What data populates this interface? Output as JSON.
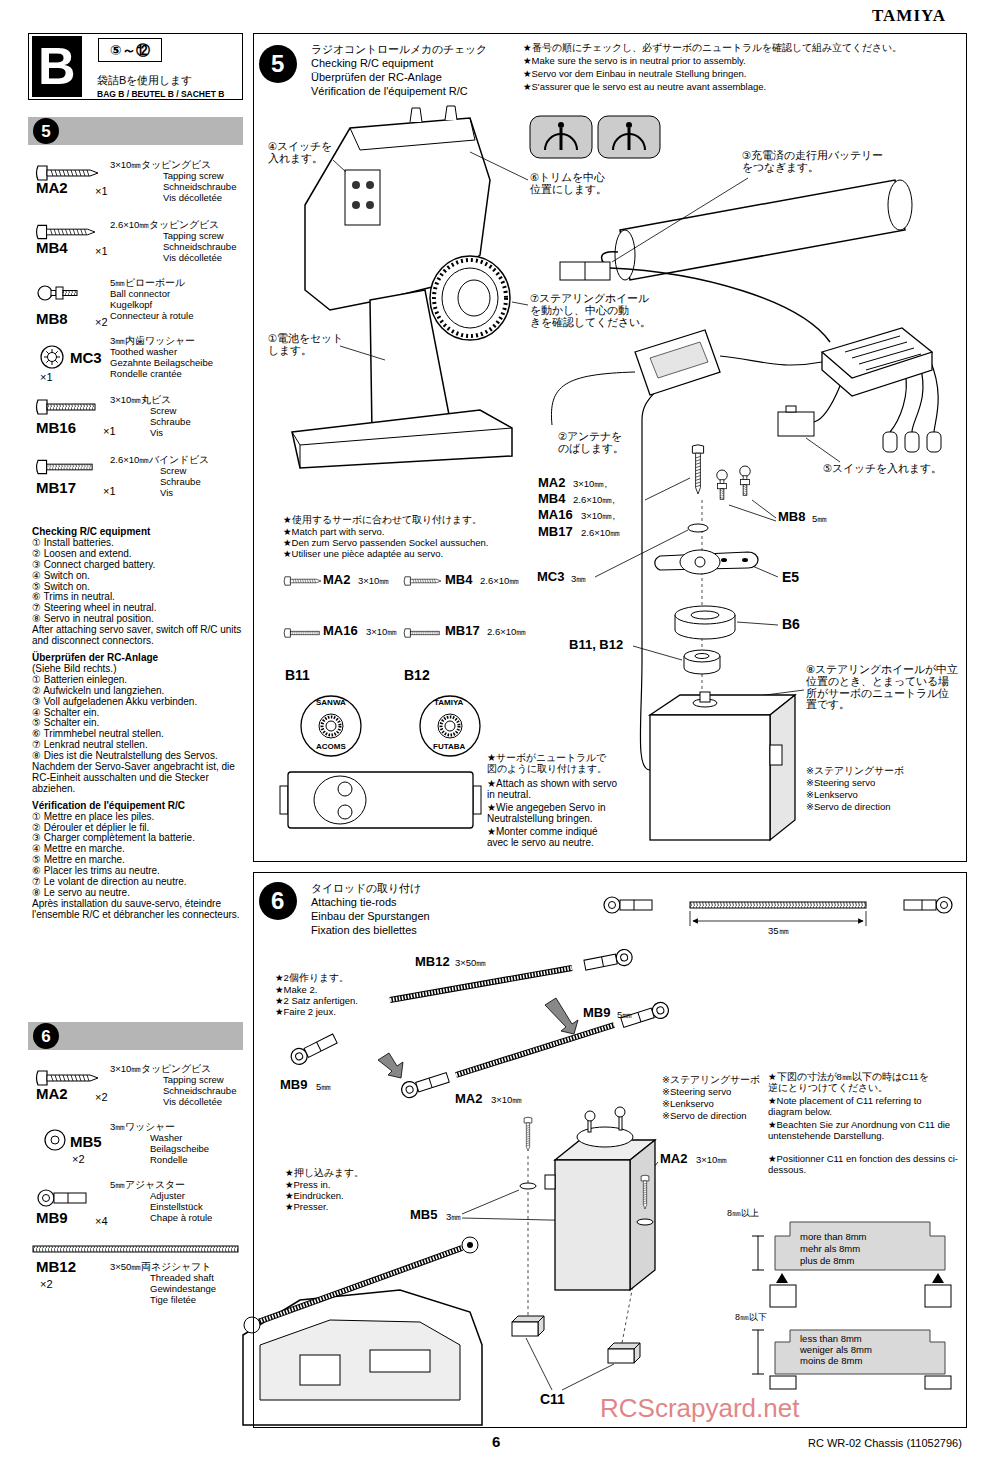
{
  "diagram": {
    "nodes": [
      {
        "text": [
          "袋詰Bを使用します",
          "BAG B / BEUTEL B / SACHET B"
        ]
      },
      {
        "text": [
          "B"
        ],
        "in": 0
      },
      {
        "text": [
          "⑤～⑫"
        ],
        "in": 0
      },
      {
        "text": [
          "5"
        ]
      },
      {
        "text": [
          "ラジオコントロールメカのチェック",
          "Checking R/C equipment",
          "Überprüfen der RC-Anlage",
          "Vérification de l'équipement R/C",
          "★番号の順にチェックし、必ずサーボのニュートラルを確認して組み立てください。",
          "★Make sure the servo is in neutral prior to assembly.",
          "★Servo vor dem Einbau in neutrale Stellung bringen.",
          "★S'assurer que le servo est au neutre avant assemblage."
        ]
      },
      {
        "text": [
          "5"
        ],
        "in": 4
      },
      {
        "text": [
          "6"
        ]
      },
      {
        "text": [
          "タイロッドの取り付け",
          "Attaching tie-rods",
          "Einbau der Spurstangen",
          "Fixation des biellettes"
        ]
      },
      {
        "text": [
          "6"
        ],
        "in": 7
      }
    ],
    "labels": [
      "TAMIYA",
      "3×10㎜タッピングビス",
      "Tapping screw",
      "Schneidschraube",
      "Vis décolletée",
      "MA2",
      "×1",
      "2.6×10㎜タッピングビス",
      "Tapping screw",
      "Schneidschraube",
      "Vis décolletée",
      "MB4",
      "×1",
      "5㎜ピローボール",
      "Ball connector",
      "Kugelkopf",
      "Connecteur à rotule",
      "MB8",
      "×2",
      "3㎜内歯ワッシャー",
      "Toothed washer",
      "Gezahnte Beilagscheibe",
      "Rondelle crantée",
      "MC3",
      "×1",
      "3×10㎜丸ビス",
      "Screw",
      "Schraube",
      "Vis",
      "MB16",
      "×1",
      "2.6×10㎜バインドビス",
      "Screw",
      "Schraube",
      "Vis",
      "MB17",
      "×1",
      "Checking R/C equipment",
      "① Install batteries.",
      "② Loosen and extend.",
      "③ Connect charged battery.",
      "④ Switch on.",
      "⑤ Switch on.",
      "⑥ Trims in neutral.",
      "⑦ Steering wheel in neutral.",
      "⑧ Servo in neutral position.",
      "After attaching servo saver, switch off R/C units and disconnect connectors.",
      "Überprüfen der RC-Anlage",
      "(Siehe Bild rechts.)",
      "① Batterien einlegen.",
      "② Aufwickeln und langziehen.",
      "③ Voll aufgeladenen Akku verbinden.",
      "④ Schalter ein.",
      "⑤ Schalter ein.",
      "⑥ Trimmhebel neutral stellen.",
      "⑦ Lenkrad neutral stellen.",
      "⑧ Dies ist die Neutralstellung des Servos. Nachdem der Servo-Saver angebracht ist, die RC-Einheit ausschalten und die Stecker abziehen.",
      "Vérification de l'équipement R/C",
      "① Mettre en place les piles.",
      "② Dérouler et déplier le fil.",
      "③ Charger complètement la batterie.",
      "④ Mettre en marche.",
      "⑤ Mettre en marche.",
      "⑥ Placer les trims au neutre.",
      "⑦ Le volant de direction au neutre.",
      "⑧ Le servo au neutre.",
      "Après installation du sauve-servo, éteindre l'ensemble R/C et débrancher les connecteurs.",
      "3×10㎜タッピングビス",
      "Tapping screw",
      "Schneidschraube",
      "Vis décolletée",
      "MA2",
      "×2",
      "3㎜ワッシャー",
      "Washer",
      "Beilagscheibe",
      "Rondelle",
      "MB5",
      "×2",
      "5㎜アジャスター",
      "Adjuster",
      "Einstellstück",
      "Chape à rotule",
      "MB9",
      "×4",
      "3×50㎜両ネジシャフト",
      "Threaded shaft",
      "Gewindestange",
      "Tige filetée",
      "MB12",
      "×2",
      "④スイッチを 入れます。",
      "⑥トリムを中心 位置にします。",
      "③充電済の走行用バッテリー をつなぎます。",
      "⑦ステアリングホイール を動かし、中心の動 きを確認してください。",
      "①電池をセット します。",
      "②アンテナを のばします。",
      "⑤スイッチを入れます。",
      "★使用するサーボに合わせて取り付けます。",
      "★Match part with servo.",
      "★Den zum Servo passenden Sockel aussuchen.",
      "★Utiliser une pièce adaptée au servo.",
      "MA2",
      "3×10㎜",
      "MB4",
      "2.6×10㎜",
      "MA16",
      "3×10㎜",
      "MB17",
      "2.6×10㎜",
      "B11",
      "B12",
      "SANWA",
      "ACOMS",
      "TAMIYA",
      "FUTABA",
      "★サーボがニュートラルで 図のように取り付けます。",
      "★Attach as shown with servo in neutral.",
      "★Wie angegeben Servo in Neutralstellung bringen.",
      "★Monter comme indiqué avec le servo au neutre.",
      "MA2",
      "3×10㎜,",
      "MB4",
      "2.6×10㎜,",
      "MA16",
      "3×10㎜,",
      "MB17",
      "2.6×10㎜",
      "MB8",
      "5㎜",
      "MC3",
      "3㎜",
      "E5",
      "B6",
      "B11, B12",
      "⑧ステアリングホイールが中立 位置のとき、とまっている場 所がサーボのニュートラル位 置です。",
      "※ステアリングサーボ",
      "※Steering servo",
      "※Lenkservo",
      "※Servo de direction",
      "35㎜",
      "★2個作ります。",
      "★Make 2.",
      "★2 Satz anfertigen.",
      "★Faire 2 jeux.",
      "MB12",
      "3×50㎜",
      "MB9",
      "5㎜",
      "MB9",
      "5㎜",
      "MA2",
      "3×10㎜",
      "MB5",
      "3㎜",
      "MA2",
      "3×10㎜",
      "※ステアリングサーボ",
      "※Steering servo",
      "※Lenkservo",
      "※Servo de direction",
      "★下図の寸法が8㎜以下の時はC11を 逆にとりつけてください。",
      "★Note placement of C11 referring to diagram below.",
      "★Beachten Sie zur Anordnung von C11 die untenstehende Darstellung.",
      "★Positionner C11 en fonction des dessins ci-dessous.",
      "8㎜以上",
      "more than 8mm",
      "mehr als 8mm",
      "plus de 8mm",
      "8㎜以下",
      "less than 8mm",
      "weniger als 8mm",
      "moins de 8mm",
      "★押し込みます。",
      "★Press in.",
      "★Eindrücken.",
      "★Presser.",
      "C11",
      "RCScrapyard.net",
      "6",
      "RC WR-02 Chassis (11052796)"
    ]
  }
}
